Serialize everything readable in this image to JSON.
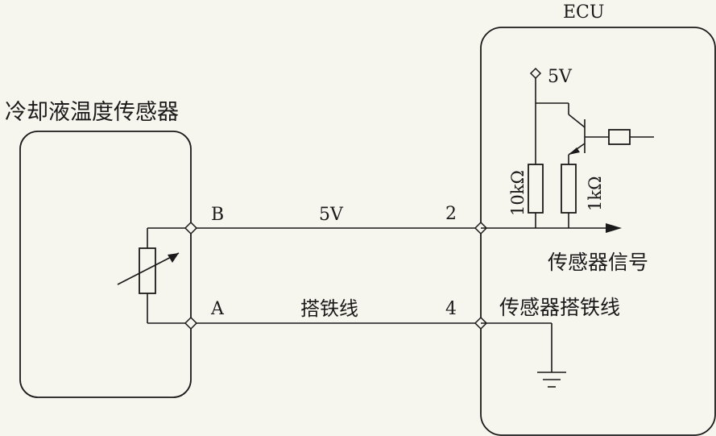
{
  "ecu": {
    "title": "ECU"
  },
  "sensor": {
    "title": "冷却液温度传感器"
  },
  "pins": {
    "sensor_b": "B",
    "sensor_a": "A",
    "ecu_2": "2",
    "ecu_4": "4"
  },
  "wires": {
    "signal_voltage": "5V",
    "ground": "搭铁线"
  },
  "ecu_internal": {
    "supply": "5V",
    "resistor_10k": "10kΩ",
    "resistor_1k": "1kΩ",
    "signal_label": "传感器信号",
    "ground_label": "传感器搭铁线"
  }
}
